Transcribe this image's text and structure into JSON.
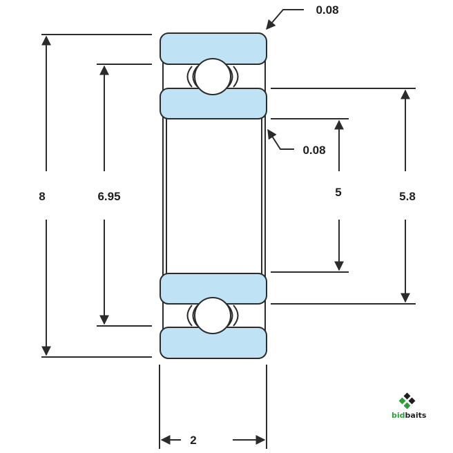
{
  "dimensions": {
    "outer_diameter": "8",
    "outer_race_inner_diameter": "6.95",
    "bore_diameter": "5",
    "inner_race_outer_diameter": "5.8",
    "width": "2",
    "outer_chamfer": "0.08",
    "inner_chamfer": "0.08"
  },
  "logo": {
    "text_part1": "bid",
    "text_part2": "baits"
  },
  "colors": {
    "race_fill": "#bfe3f5",
    "outline": "#2b2b2b",
    "logo_green": "#2e9e3a",
    "logo_dark": "#1e1e1e"
  }
}
